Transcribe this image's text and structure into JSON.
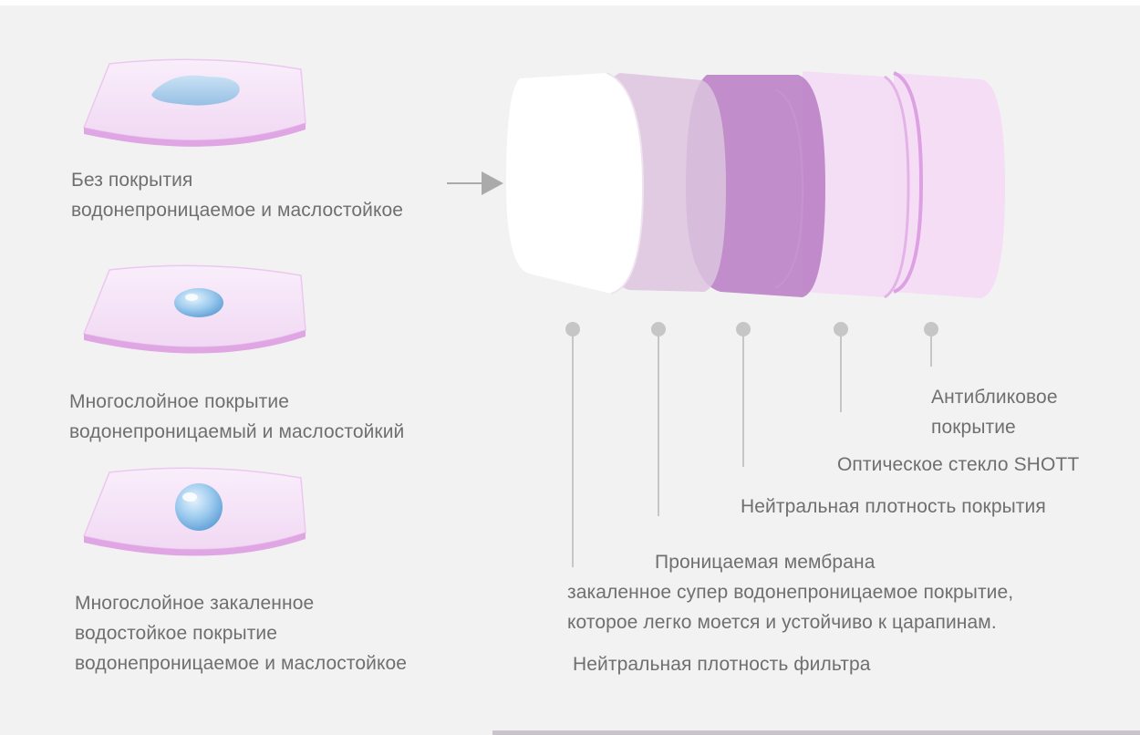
{
  "left_samples": [
    {
      "line1": "Без покрытия",
      "line2": "водонепроницаемое и маслостойкое",
      "droplet": "flat-water-spread"
    },
    {
      "line1": "Многослойное покрытие",
      "line2": "водонепроницаемый и маслостойкий",
      "droplet": "small-water-drop"
    },
    {
      "line1": "Многослойное закаленное",
      "line2": "водостойкое покрытие",
      "line3": "водонепроницаемое и маслостойкое",
      "droplet": "round-water-bead"
    }
  ],
  "layers": {
    "antireflective": {
      "line1": "Антибликовое",
      "line2": "покрытие"
    },
    "optical_glass": "Оптическое стекло SHOTT",
    "nd_coating": "Нейтральная плотность покрытия",
    "membrane": {
      "line1": "Проницаемая мембрана",
      "line2": "закаленное супер водонепроницаемое покрытие,",
      "line3": "которое легко моется и устойчиво к царапинам."
    },
    "nd_filter": "Нейтральная плотность фильтра"
  },
  "colors": {
    "background": "#f3f2f3",
    "text": "#6f6f6f",
    "lens_purple_dark": "#b87ec2",
    "lens_purple_mid": "#d9b9dc",
    "lens_pink_light": "#f2d7f2",
    "connector_grey": "#c6c6c6"
  }
}
